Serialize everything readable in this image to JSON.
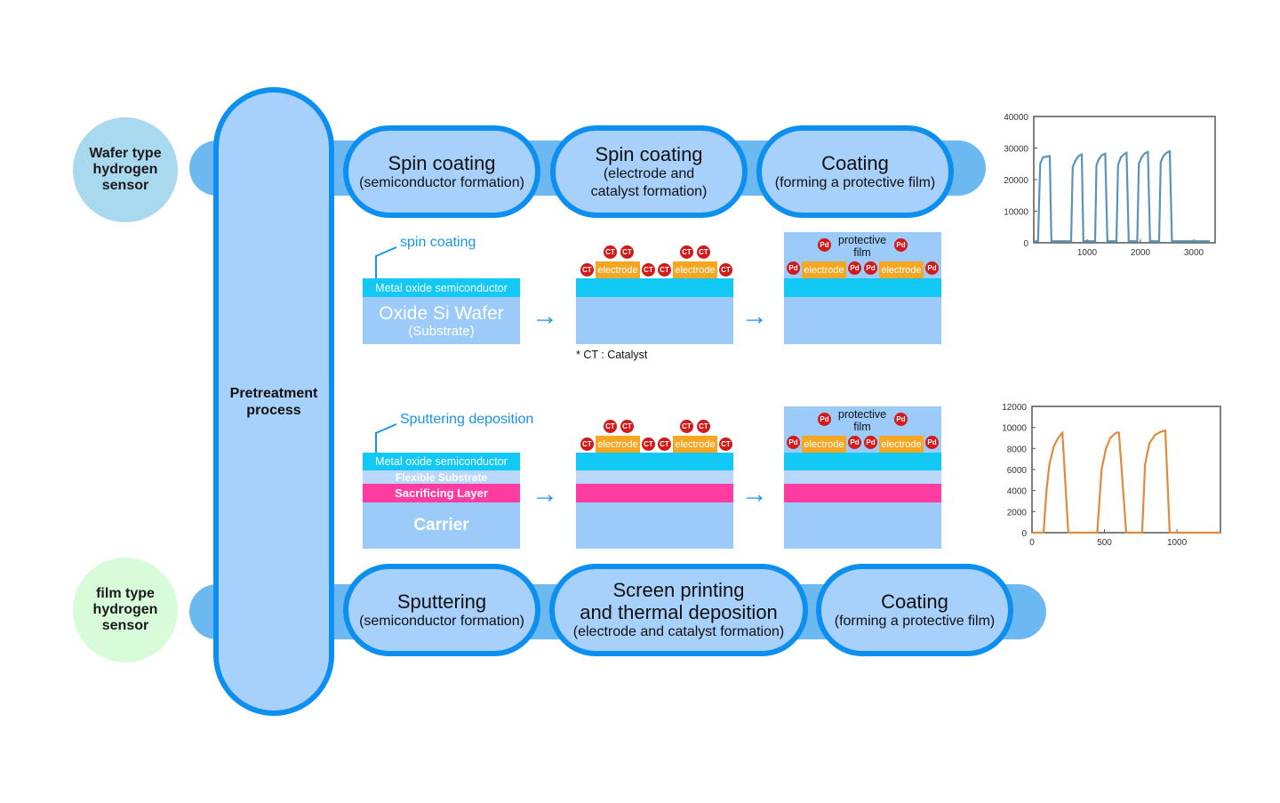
{
  "wafer_label": "Wafer type\nhydrogen\nsensor",
  "film_label": "film type\nhydrogen\nsensor",
  "pretreatment": "Pretreatment\nprocess",
  "top_steps": [
    {
      "title": "Spin coating",
      "sub": "(semiconductor formation)"
    },
    {
      "title": "Spin coating",
      "sub": "(electrode and\ncatalyst formation)"
    },
    {
      "title": "Coating",
      "sub": "(forming a protective film)"
    }
  ],
  "bottom_steps": [
    {
      "title": "Sputtering",
      "sub": "(semiconductor formation)"
    },
    {
      "title": "Screen printing\nand thermal deposition",
      "sub": "(electrode and catalyst formation)"
    },
    {
      "title": "Coating",
      "sub": "(forming a protective film)"
    }
  ],
  "wafer_row": {
    "annotation": "spin coating",
    "oxide_layer": "Metal oxide semiconductor",
    "substrate_title": "Oxide Si Wafer",
    "substrate_sub": "(Substrate)",
    "electrode": "electrode",
    "catalyst": "CT",
    "pd": "Pd",
    "protective": "protective\nfilm",
    "footnote": "* CT : Catalyst"
  },
  "film_row": {
    "annotation": "Sputtering deposition",
    "oxide_layer": "Metal oxide semiconductor",
    "flexible": "Flexible Substrate",
    "sacrificing": "Sacrificing Layer",
    "carrier": "Carrier",
    "electrode": "electrode",
    "catalyst": "CT",
    "pd": "Pd",
    "protective": "protective\nfilm"
  },
  "arrow_glyph": "→",
  "colors": {
    "accent": "#0d8ff0",
    "band": "#6cb8f0",
    "pill": "#a7d0fb",
    "wafer_circle": "#a9d9ef",
    "film_circle": "#d8fbd9",
    "pink": "#ff3da0",
    "orange": "#f5a623",
    "cyan": "#12c8f5"
  },
  "chart_data": [
    {
      "type": "line",
      "x_ticks": [
        1000,
        2000,
        3000
      ],
      "y_ticks": [
        0,
        10000,
        20000,
        30000,
        40000
      ],
      "xlim": [
        0,
        3400
      ],
      "ylim": [
        0,
        40000
      ],
      "series": [
        {
          "color": "#5a93b8",
          "x": [
            0,
            40,
            80,
            120,
            170,
            300,
            330,
            380,
            430,
            500,
            540,
            700,
            730,
            780,
            840,
            900,
            930,
            1150,
            1175,
            1220,
            1280,
            1340,
            1380,
            1550,
            1580,
            1630,
            1690,
            1740,
            1780,
            1940,
            1970,
            2020,
            2080,
            2140,
            2180,
            2350,
            2380,
            2430,
            2490,
            2550,
            2590,
            2800,
            3000,
            3300
          ],
          "y": [
            500,
            500,
            500,
            25000,
            27000,
            27500,
            500,
            500,
            500,
            500,
            500,
            500,
            24000,
            26000,
            27500,
            28000,
            500,
            500,
            24500,
            26500,
            27800,
            28200,
            500,
            500,
            24500,
            27000,
            28000,
            28500,
            500,
            500,
            25000,
            27000,
            28300,
            28800,
            500,
            500,
            25500,
            27500,
            28500,
            29000,
            500,
            500,
            500,
            500
          ]
        }
      ]
    },
    {
      "type": "line",
      "x_ticks": [
        0,
        500,
        1000
      ],
      "y_ticks": [
        0,
        2000,
        4000,
        6000,
        8000,
        10000,
        12000
      ],
      "xlim": [
        0,
        1300
      ],
      "ylim": [
        0,
        12000
      ],
      "series": [
        {
          "color": "#e08a3c",
          "x": [
            0,
            80,
            100,
            120,
            150,
            180,
            210,
            250,
            450,
            480,
            510,
            540,
            580,
            600,
            650,
            760,
            780,
            810,
            850,
            890,
            920,
            950,
            1300
          ],
          "y": [
            0,
            0,
            4000,
            6500,
            8200,
            9000,
            9500,
            0,
            0,
            6000,
            8000,
            9000,
            9500,
            9500,
            0,
            0,
            6500,
            8500,
            9300,
            9600,
            9700,
            0,
            0
          ]
        }
      ]
    }
  ]
}
